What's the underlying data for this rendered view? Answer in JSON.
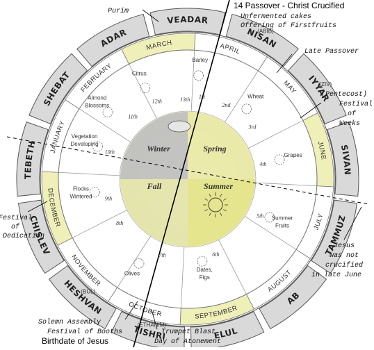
{
  "hebrew_months": [
    "VEADAR",
    "NISAN",
    "IYYAR",
    "SIVAN",
    "TAMMUZ",
    "AB",
    "ELUL",
    "TISHRI",
    "HESHVAN",
    "CHISLEV",
    "TEBETH",
    "SHEBAT",
    "ADAR"
  ],
  "hebrew_month_notes": {
    "NISAN": "(ABIB)",
    "IYYAR": "(ZIV)",
    "TISHRI": "(ETHANIM)",
    "HESHVAN": "(BUL)"
  },
  "roman_months": [
    "MARCH",
    "APRIL",
    "MAY",
    "JUNE",
    "JULY",
    "AUGUST",
    "SEPTEMBER",
    "OCTOBER",
    "NOVEMBER",
    "DECEMBER",
    "JANUARY",
    "FEBRUARY"
  ],
  "crops": [
    {
      "name": "Citrus",
      "day": "12th"
    },
    {
      "name": "Barley",
      "day": "13th"
    },
    {
      "name": "Wheat",
      "day": "2nd"
    },
    {
      "name": "Grapes",
      "day": "4th"
    },
    {
      "name": "Summer Fruits",
      "day": "5th"
    },
    {
      "name": "Dates, Figs",
      "day": "6th"
    },
    {
      "name": "Olives",
      "day": "7th"
    },
    {
      "name": "Flocks Wintered",
      "day": "8th"
    },
    {
      "name": "Vegetation Developing",
      "day": "9th"
    },
    {
      "name": "Almond Blossoms",
      "day": "10th"
    },
    {
      "name": "",
      "day": "11th"
    },
    {
      "name": "",
      "day": "1st"
    },
    {
      "name": "",
      "day": "3rd"
    }
  ],
  "seasons": {
    "winter": "Winter",
    "spring": "Spring",
    "fall": "Fall",
    "summer": "Summer"
  },
  "annotations": {
    "header": "14 Passover - Christ Crucified",
    "unleavened_1": "Unfermented cakes",
    "unleavened_2": "Offering of Firstfruits",
    "purim": "Purim",
    "late_passover": "Late Passover",
    "pentecost_1": "(Pentecost)",
    "pentecost_2": "Festival",
    "pentecost_3": "of",
    "pentecost_4": "Weeks",
    "dedication_1": "Festival",
    "dedication_2": "of",
    "dedication_3": "Dedication",
    "jesus_1": "Jesus",
    "jesus_2": "was not",
    "jesus_3": "crucified",
    "jesus_4": "in late June",
    "solemn": "Solemn Assembly",
    "booths": "Festival of Booths",
    "birthdate": "Birthdate of Jesus",
    "trumpet": "Trumpet Blast",
    "atonement": "Day of Atonement"
  },
  "colors": {
    "ring": "#d9d9d9",
    "yellow_band": "#efefb8",
    "summer": "#e7e79a",
    "winter": "#bdbdbd",
    "line": "#000000"
  }
}
